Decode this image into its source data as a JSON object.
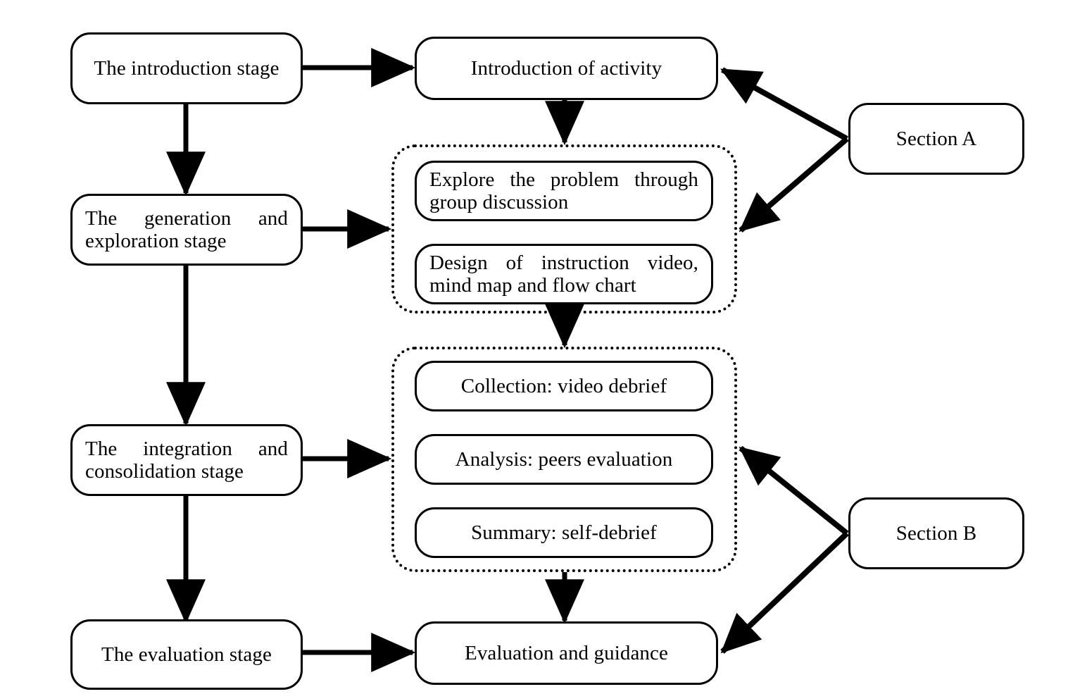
{
  "diagram": {
    "title": "Instructional stage flowchart with Section A and Section B groupings",
    "colors": {
      "stroke": "#000000",
      "fill": "#ffffff",
      "background": "#ffffff"
    },
    "stages": [
      {
        "id": "introduction-stage",
        "label": "The introduction stage"
      },
      {
        "id": "generation-exploration-stage",
        "label": "The generation and exploration stage"
      },
      {
        "id": "integration-consolidation-stage",
        "label": "The integration and consolidation stage"
      },
      {
        "id": "evaluation-stage",
        "label": "The evaluation stage"
      }
    ],
    "activities": [
      {
        "id": "introduction-of-activity",
        "label": "Introduction of activity"
      },
      {
        "id": "explore-the-problem",
        "label": "Explore the problem through group discussion"
      },
      {
        "id": "design-of-instruction-video",
        "label": "Design of instruction video, mind map and flow chart"
      },
      {
        "id": "collection-video-debrief",
        "label": "Collection: video debrief"
      },
      {
        "id": "analysis-peers-evaluation",
        "label": "Analysis: peers evaluation"
      },
      {
        "id": "summary-self-debrief",
        "label": "Summary: self-debrief"
      },
      {
        "id": "evaluation-and-guidance",
        "label": "Evaluation and guidance"
      }
    ],
    "sections": [
      {
        "id": "section-a",
        "label": "Section A"
      },
      {
        "id": "section-b",
        "label": "Section B"
      }
    ],
    "groups": [
      {
        "id": "group-exploration",
        "members": [
          "explore-the-problem",
          "design-of-instruction-video"
        ]
      },
      {
        "id": "group-consolidation",
        "members": [
          "collection-video-debrief",
          "analysis-peers-evaluation",
          "summary-self-debrief"
        ]
      }
    ],
    "connections": [
      {
        "from": "introduction-stage",
        "to": "introduction-of-activity",
        "style": "solid-arrow",
        "direction": "right"
      },
      {
        "from": "introduction-stage",
        "to": "generation-exploration-stage",
        "style": "solid-arrow",
        "direction": "down"
      },
      {
        "from": "generation-exploration-stage",
        "to": "group-exploration",
        "style": "solid-arrow",
        "direction": "right"
      },
      {
        "from": "generation-exploration-stage",
        "to": "integration-consolidation-stage",
        "style": "solid-arrow",
        "direction": "down"
      },
      {
        "from": "integration-consolidation-stage",
        "to": "group-consolidation",
        "style": "solid-arrow",
        "direction": "right"
      },
      {
        "from": "integration-consolidation-stage",
        "to": "evaluation-stage",
        "style": "solid-arrow",
        "direction": "down"
      },
      {
        "from": "evaluation-stage",
        "to": "evaluation-and-guidance",
        "style": "solid-arrow",
        "direction": "right"
      },
      {
        "from": "introduction-of-activity",
        "to": "group-exploration",
        "style": "solid-arrow",
        "direction": "down"
      },
      {
        "from": "group-exploration",
        "to": "group-consolidation",
        "style": "solid-arrow",
        "direction": "down"
      },
      {
        "from": "group-consolidation",
        "to": "evaluation-and-guidance",
        "style": "solid-arrow",
        "direction": "down"
      },
      {
        "from": "section-a",
        "to": "introduction-of-activity",
        "style": "solid-arrow",
        "direction": "up-left"
      },
      {
        "from": "section-a",
        "to": "group-exploration",
        "style": "solid-arrow",
        "direction": "down-left"
      },
      {
        "from": "section-b",
        "to": "group-consolidation",
        "style": "solid-arrow",
        "direction": "up-left"
      },
      {
        "from": "section-b",
        "to": "evaluation-and-guidance",
        "style": "solid-arrow",
        "direction": "down-left"
      }
    ]
  }
}
